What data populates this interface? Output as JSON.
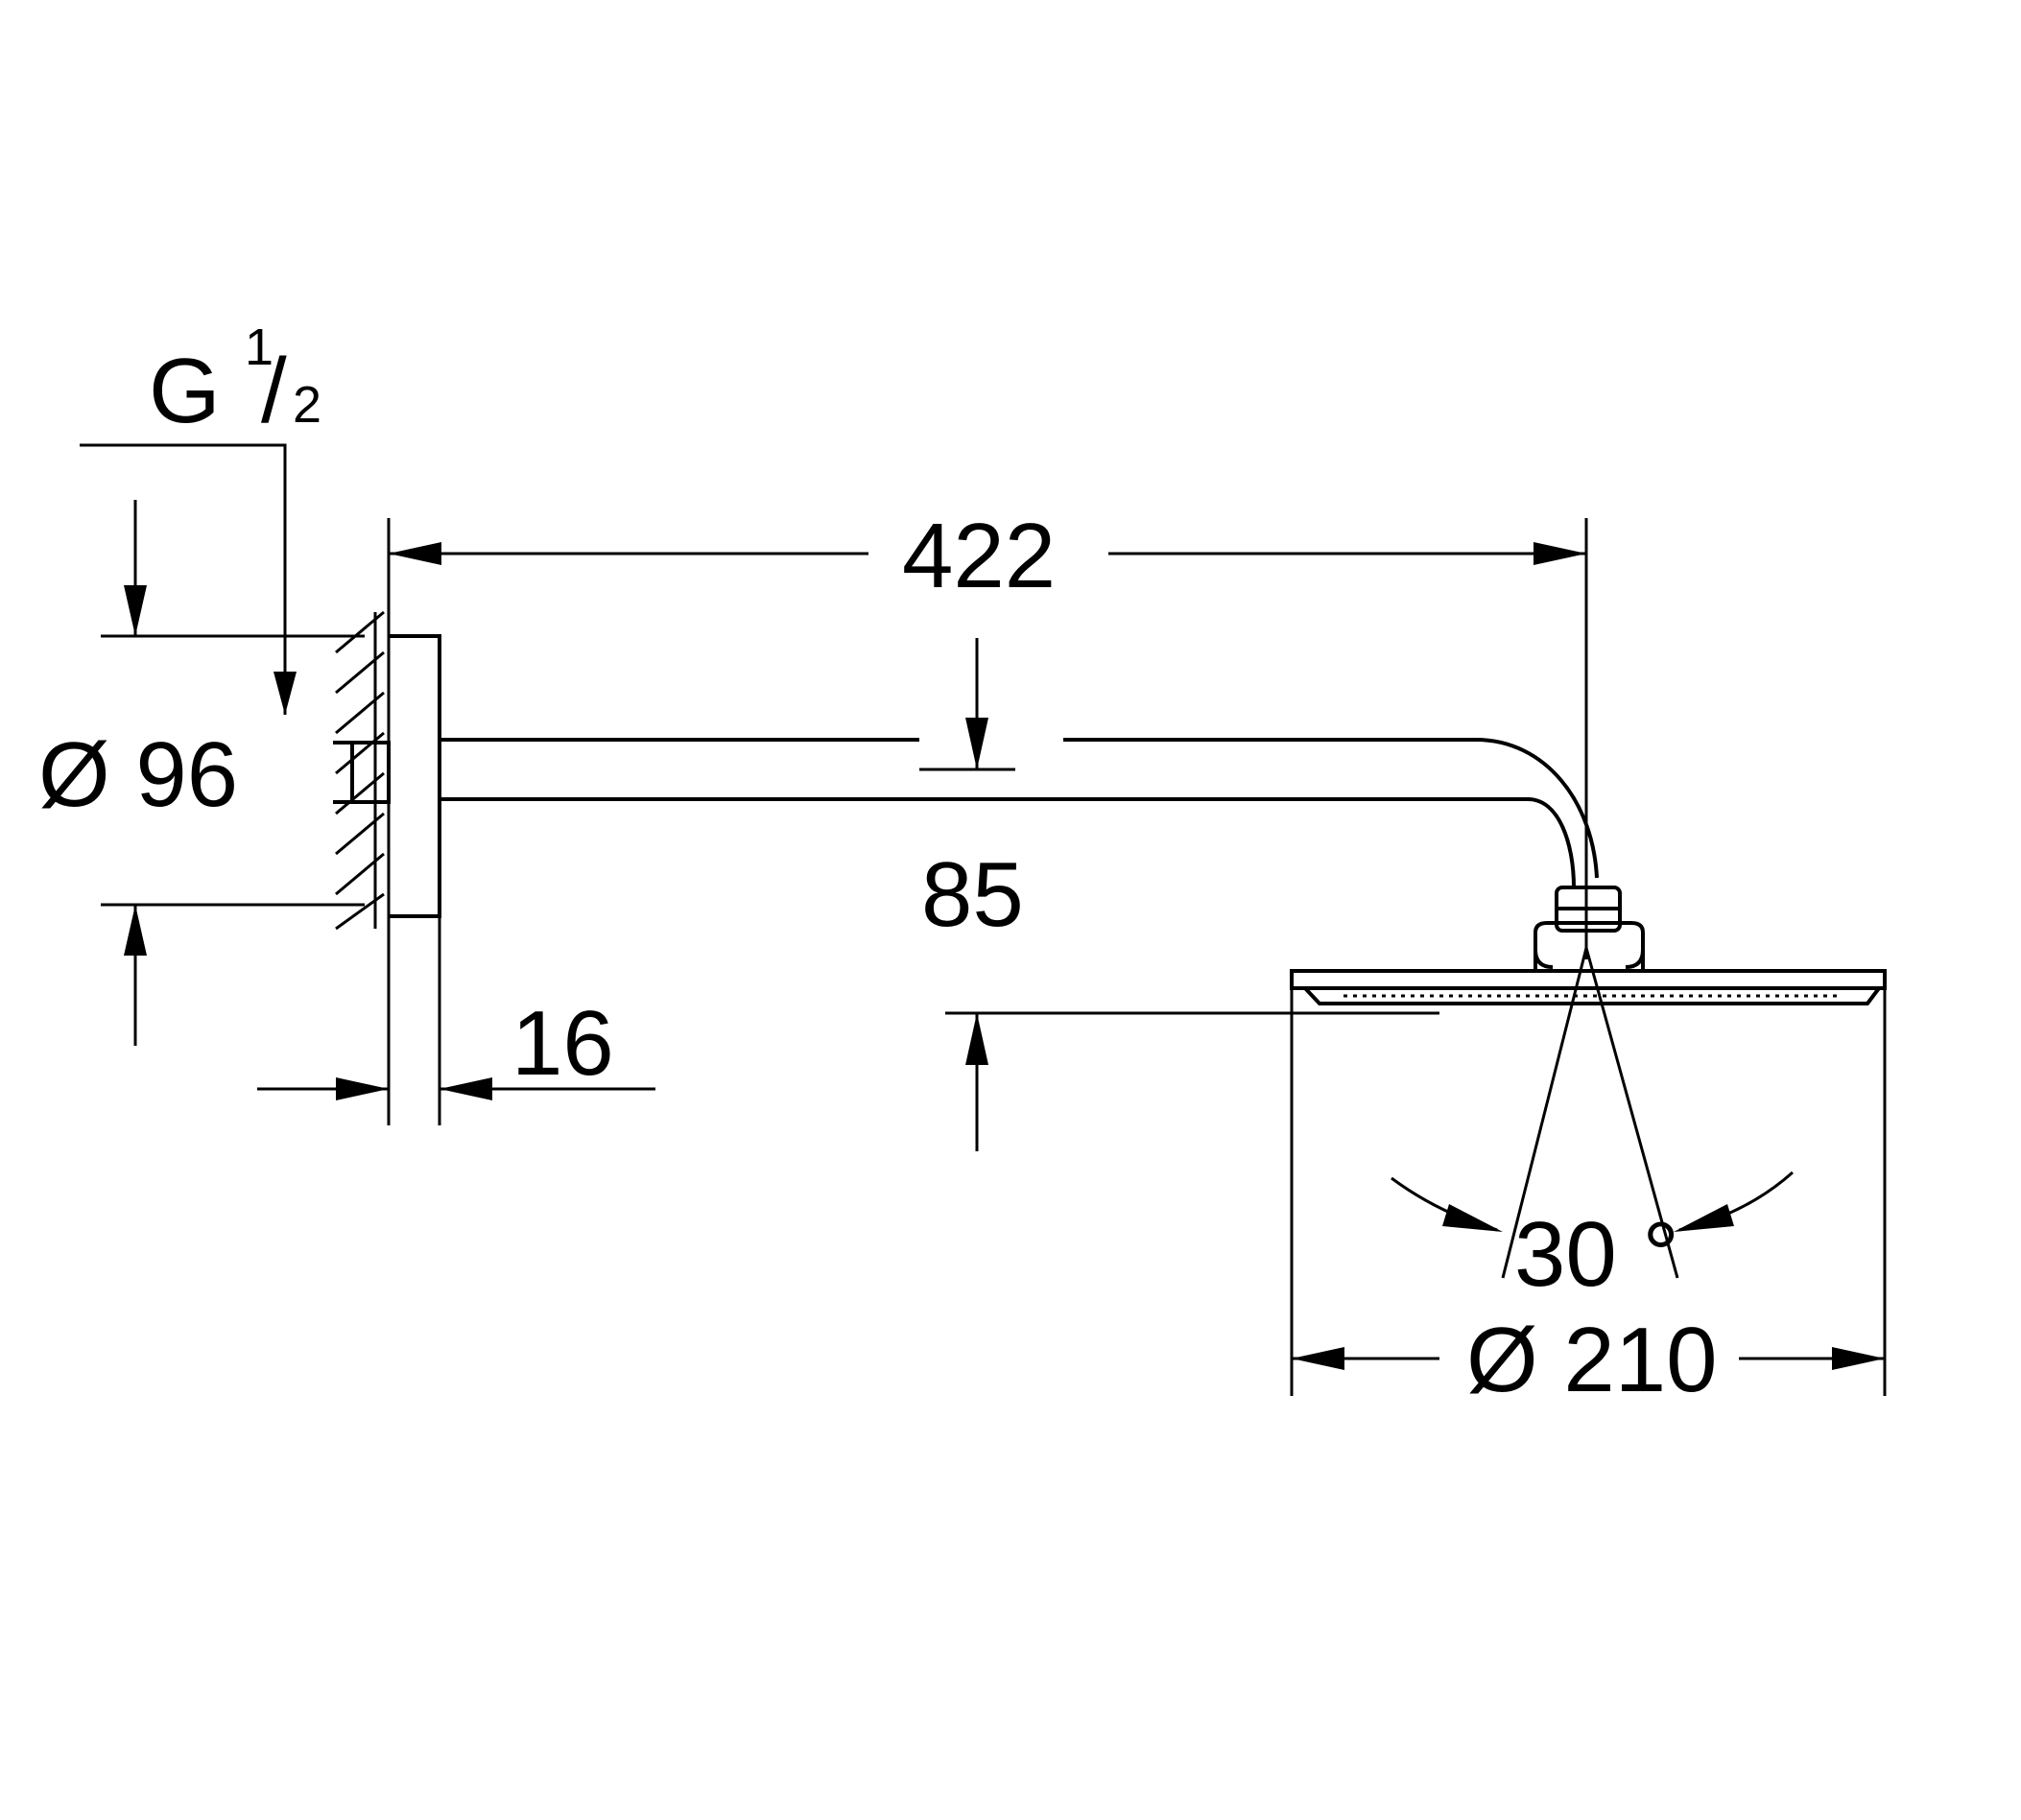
{
  "dimensions": {
    "thread_main": "G",
    "thread_num": "1",
    "thread_den": "2",
    "flange_diameter": "Ø 96",
    "arm_length": "422",
    "head_height": "85",
    "flange_depth": "16",
    "spray_angle": "30 °",
    "head_diameter": "Ø 210"
  },
  "colors": {
    "ink": "#000000",
    "background": "#ffffff"
  }
}
